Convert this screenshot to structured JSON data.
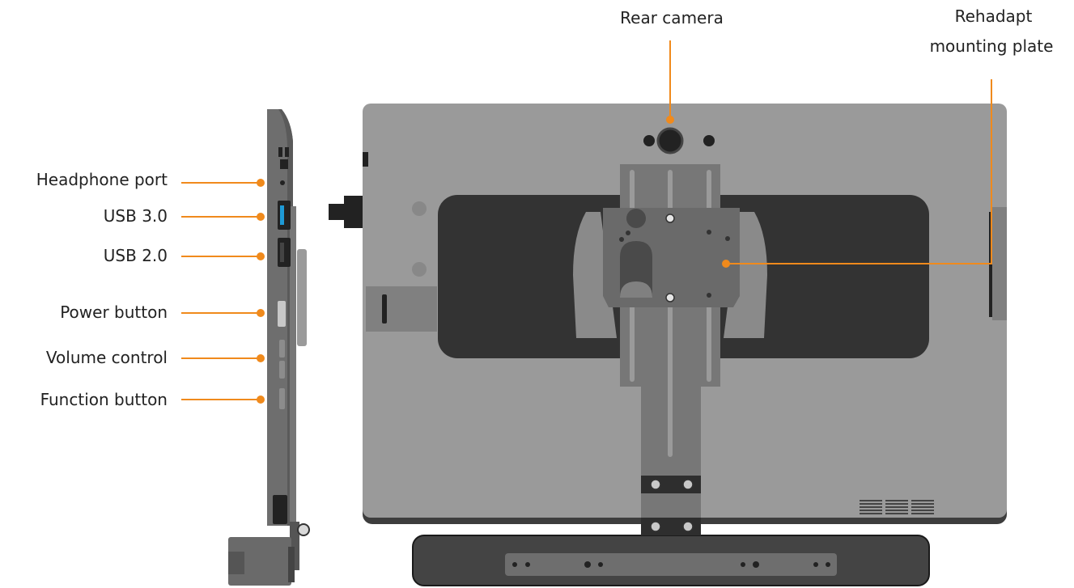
{
  "colors": {
    "accent": "#f08a1c",
    "device_body": "#9a9a9a",
    "device_dark": "#333333",
    "mount_gray": "#777777",
    "plate_gray": "#8a8a8a",
    "usb3_blue": "#1e9ad6"
  },
  "side_labels": {
    "headphone": "Headphone port",
    "usb3": "USB 3.0",
    "usb2": "USB 2.0",
    "power": "Power button",
    "volume": "Volume control",
    "function": "Function button"
  },
  "rear_labels": {
    "camera": "Rear camera",
    "plate_line1": "Rehadapt",
    "plate_line2": "mounting plate"
  }
}
